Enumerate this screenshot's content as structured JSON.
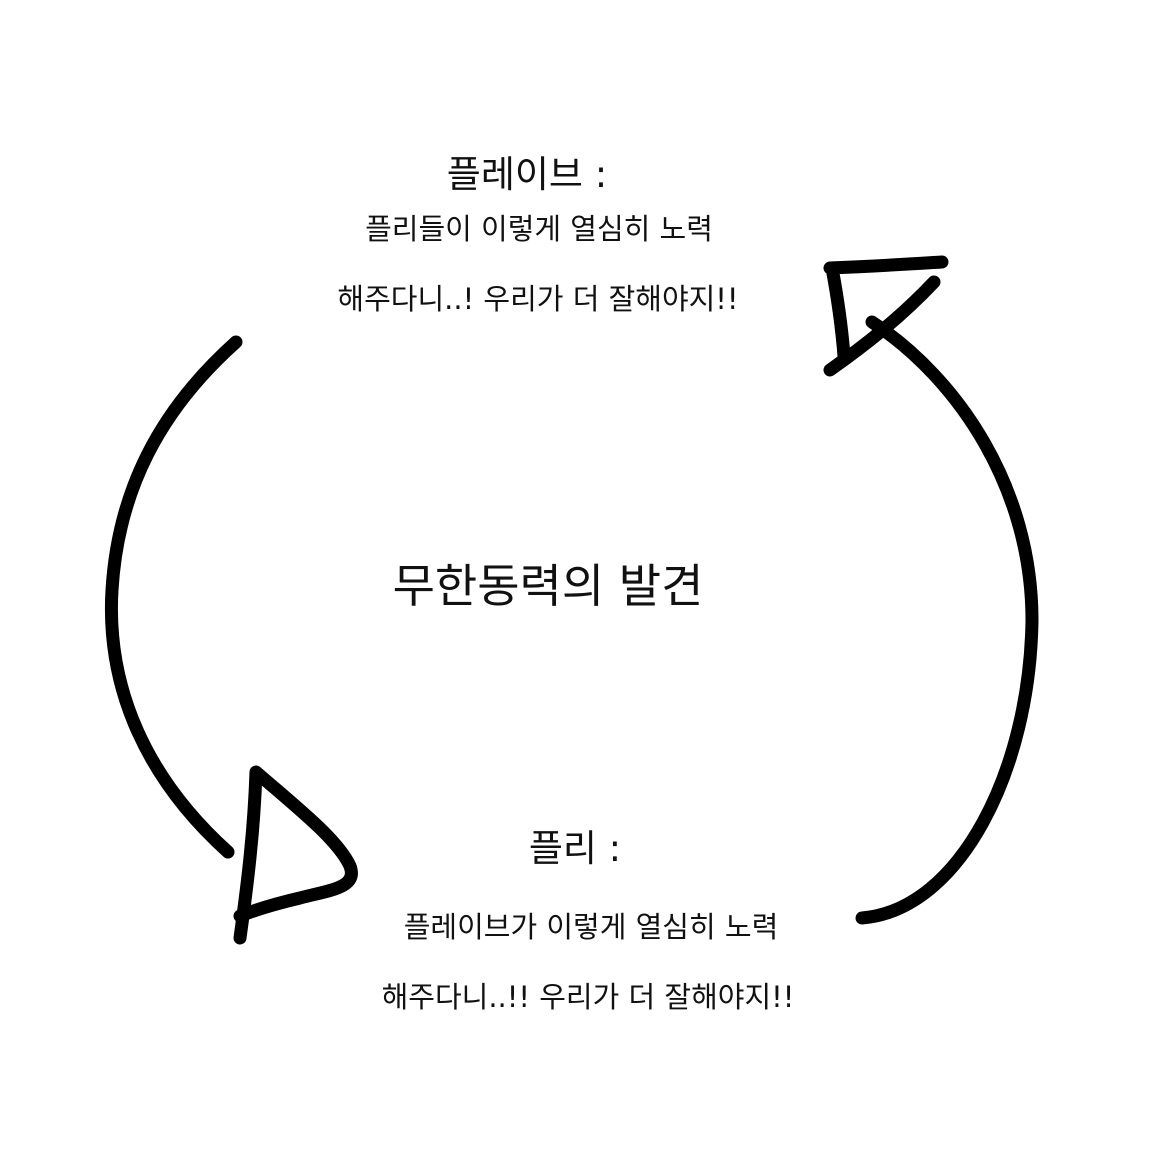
{
  "top_speech": {
    "speaker": "플레이브 :",
    "line1": "플리들이 이렇게 열심히 노력",
    "line2": "해주다니..! 우리가 더 잘해야지!!"
  },
  "center_title": "무한동력의 발견",
  "bottom_speech": {
    "speaker": "플리 :",
    "line1": "플레이브가 이렇게 열심히 노력",
    "line2": "해주다니..!! 우리가 더 잘해야지!!"
  },
  "colors": {
    "background": "#ffffff",
    "ink": "#000000",
    "text": "#111111"
  }
}
